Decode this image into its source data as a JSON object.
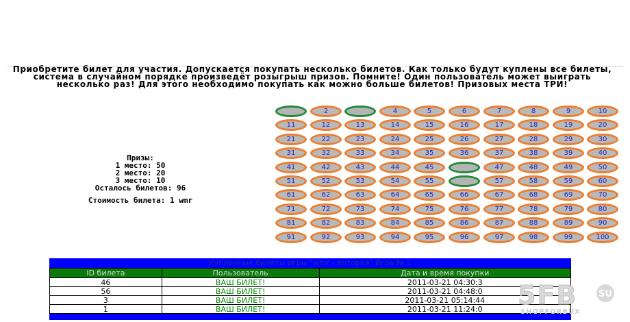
{
  "intro": {
    "text": "Приобретите билет для участия. Допускается покупать несколько билетов. Как только будут куплены все билеты, система в случайном порядке произведёт розыгрыш призов. Помните! Один пользователь может выиграть несколько раз! Для этого необходимо покупать как можно больше билетов! Призовых места ТРИ!"
  },
  "prizes": {
    "title": "Призы:",
    "first": "1 место: 50",
    "second": "2 место: 20",
    "third": "3 место: 10"
  },
  "remaining": "Осталось билетов: 96",
  "price": "Стоимость билета:  1 wmr",
  "tickets": {
    "total": 100,
    "columns": 10,
    "sold": [
      1,
      3,
      46,
      56
    ]
  },
  "purchased": {
    "title": "Купленные билеты игры \"wmr - лоторея\" Игра № 1",
    "headers": [
      "ID билета",
      "Пользователь",
      "Дата и время покупки"
    ],
    "rows": [
      {
        "id": "46",
        "user": "ВАШ БИЛЕТ!",
        "date": "2011-03-21 04:30:3"
      },
      {
        "id": "56",
        "user": "ВАШ БИЛЕТ!",
        "date": "2011-03-21 04:48:0"
      },
      {
        "id": "3",
        "user": "ВАШ БИЛЕТ!",
        "date": "2011-03-21 05:14:44"
      },
      {
        "id": "1",
        "user": "ВАШ БИЛЕТ!",
        "date": "2011-03-21 11:24:0"
      }
    ]
  },
  "watermark": {
    "logo": "5FB",
    "suffix": "SU",
    "sub": "SHOPFORBUX"
  },
  "colors": {
    "ticket_border": "#ee7d2d",
    "ticket_sold_border": "#1f8a3a",
    "ticket_number": "#1a28c8",
    "table_bar": "#0000ff",
    "table_header": "#0a7a0a",
    "user_text": "#008800"
  }
}
